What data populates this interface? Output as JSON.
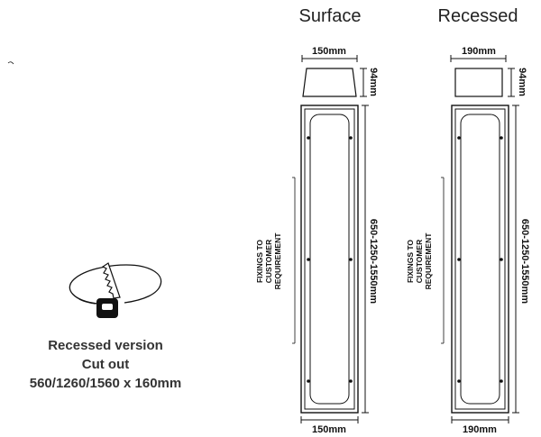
{
  "surface": {
    "title": "Surface",
    "width_label": "150mm",
    "depth_label": "94mm",
    "height_label": "650-1250-1550mm",
    "bottom_width_label": "150mm",
    "fixings_line1": "FIXINGS TO",
    "fixings_line2": "CUSTOMER",
    "fixings_line3": "REQUIREMENT"
  },
  "recessed": {
    "title": "Recessed",
    "width_label": "190mm",
    "depth_label": "94mm",
    "height_label": "650-1250-1550mm",
    "bottom_width_label": "190mm",
    "fixings_line1": "FIXINGS TO",
    "fixings_line2": "CUSTOMER",
    "fixings_line3": "REQUIREMENT"
  },
  "cutout_note": {
    "line1": "Recessed version",
    "line2": "Cut out",
    "line3": "560/1260/1560 x 160mm"
  },
  "icons": [
    "saw-cut-icon"
  ]
}
